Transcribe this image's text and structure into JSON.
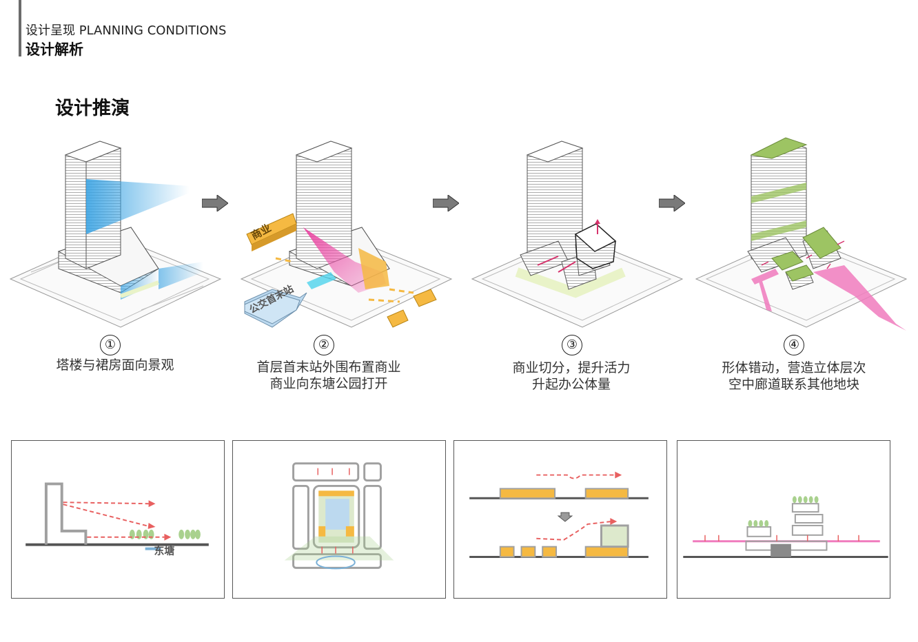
{
  "header": {
    "subtitle": "设计呈现  PLANNING CONDITIONS",
    "title": "设计解析"
  },
  "section_title": "设计推演",
  "steps": [
    {
      "number": "①",
      "caption_line1": "塔楼与裙房面向景观",
      "caption_line2": ""
    },
    {
      "number": "②",
      "caption_line1": "首层首末站外围布置商业",
      "caption_line2": "商业向东塘公园打开",
      "label_commercial": "商业",
      "label_park": "公交首末站"
    },
    {
      "number": "③",
      "caption_line1": "商业切分，提升活力",
      "caption_line2": "升起办公体量"
    },
    {
      "number": "④",
      "caption_line1": "形体错动，营造立体层次",
      "caption_line2": "空中廊道联系其他地块"
    }
  ],
  "sections": {
    "section1_label": "东塘"
  },
  "colors": {
    "orange": "#f5b942",
    "blue": "#4fb4e8",
    "light_blue": "#bcd9ef",
    "magenta": "#e8359a",
    "pink": "#f07bbd",
    "green": "#9dc463",
    "tree_green": "#a9d18e",
    "gray": "#8a8a8a",
    "red_dash": "#e86060"
  }
}
